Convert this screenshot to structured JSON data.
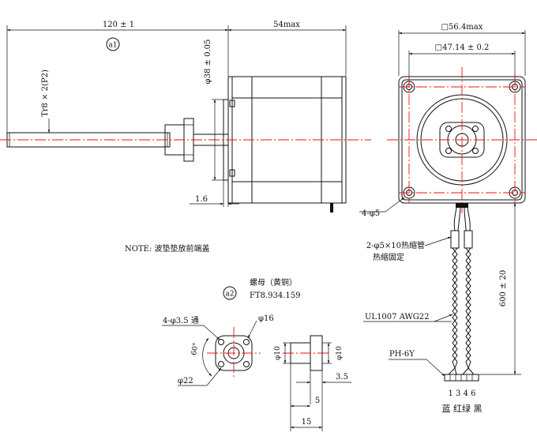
{
  "dimensions": {
    "shaft_length": "120 ± 1",
    "motor_length": "54max",
    "pilot_diameter": "φ38 ± 0.05",
    "thread_spec": "Tr8 × 2(P2)",
    "flange_offset": "1.6",
    "frame_size": "□56.4max",
    "hole_spacing": "□47.14 ± 0.2",
    "mount_holes": "4-φ5",
    "cable_length": "600 ± 20"
  },
  "callouts": {
    "view_1": "a1",
    "view_2": "a2"
  },
  "notes": {
    "washer_note": "NOTE: 波垫垫放前端盖",
    "heat_shrink_line1": "2-φ5×10热缩管",
    "heat_shrink_line2": "热缩固定",
    "wire_spec": "UL1007 AWG22",
    "connector": "PH-6Y",
    "pin_numbers": "1 3 4 6",
    "wire_colors": "蓝 红绿 黑"
  },
  "nut": {
    "title": "螺母（黄铜）",
    "part_number": "FT8.934.159",
    "holes": "4-φ3.5 通",
    "flange_width": "φ16",
    "angle": "60°",
    "outer_diameter": "φ22",
    "bore_left": "φ10",
    "bore_right": "φ10",
    "flange_thickness": "3.5",
    "neck_length": "5",
    "total_length": "15"
  }
}
